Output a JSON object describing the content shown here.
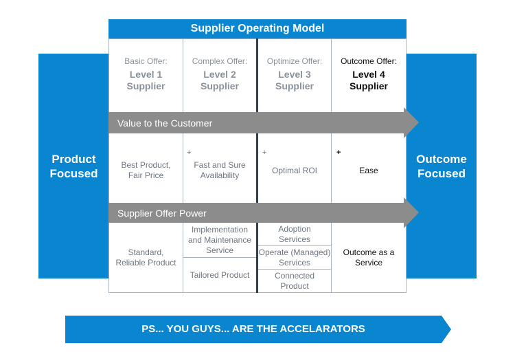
{
  "title": "Supplier Operating Model",
  "left_side": {
    "line1": "Product",
    "line2": "Focused"
  },
  "right_side": {
    "line1": "Outcome",
    "line2": "Focused"
  },
  "levels": [
    {
      "type": "Basic Offer:",
      "line1": "Level 1",
      "line2": "Supplier"
    },
    {
      "type": "Complex Offer:",
      "line1": "Level 2",
      "line2": "Supplier"
    },
    {
      "type": "Optimize Offer:",
      "line1": "Level 3",
      "line2": "Supplier"
    },
    {
      "type": "Outcome Offer:",
      "line1": "Level 4",
      "line2": "Supplier"
    }
  ],
  "value_band": "Value to the Customer",
  "value_cells": [
    {
      "line1": "Best Product,",
      "line2": "Fair Price"
    },
    {
      "plus": "+",
      "line1": "Fast and Sure",
      "line2": "Availability"
    },
    {
      "plus": "+",
      "line1": "Optimal ROI"
    },
    {
      "plus": "+",
      "line1": "Ease"
    }
  ],
  "power_band": "Supplier Offer Power",
  "power_cells": {
    "col1": {
      "line1": "Standard,",
      "line2": "Reliable Product"
    },
    "col2_top": {
      "line1": "Implementation",
      "line2": "and Maintenance",
      "line3": "Service"
    },
    "col2_bottom": {
      "line1": "Tailored Product"
    },
    "col3_top": {
      "line1": "Adoption",
      "line2": "Services"
    },
    "col3_mid": {
      "line1": "Operate (Managed)",
      "line2": "Services"
    },
    "col3_bottom": {
      "line1": "Connected",
      "line2": "Product"
    },
    "col4": {
      "line1": "Outcome as a",
      "line2": "Service"
    }
  },
  "bottom_banner": "PS... YOU GUYS... ARE THE ACCELARATORS",
  "colors": {
    "blue": "#0a86d0",
    "gray_band": "#8c8c8c",
    "divider": "#2c3f57"
  }
}
